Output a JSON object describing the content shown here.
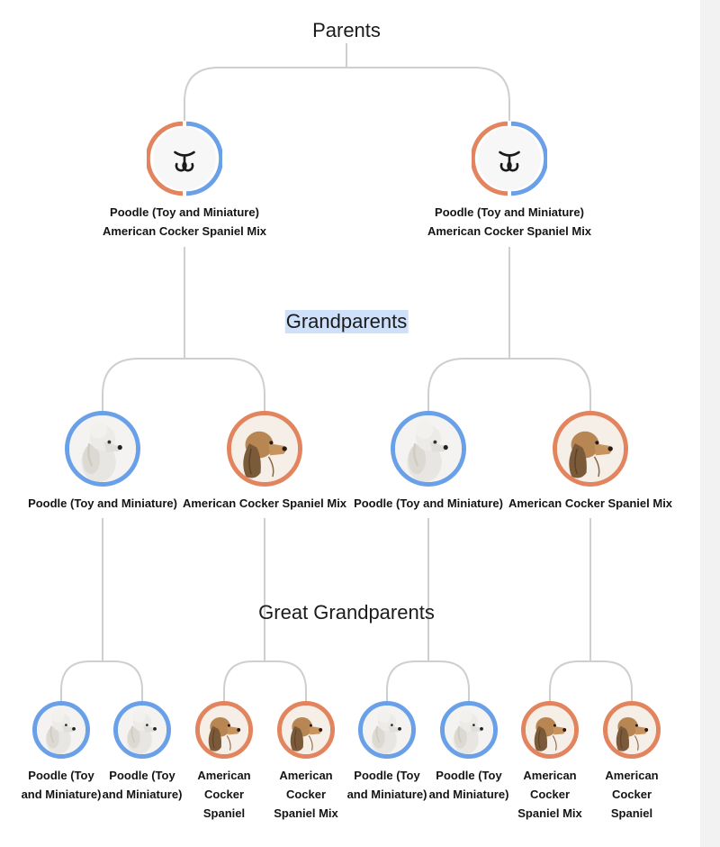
{
  "colors": {
    "poodle_ring": "#6aa0e8",
    "cocker_ring": "#e2845e",
    "connector": "#cfcfcf"
  },
  "sections": {
    "parents": "Parents",
    "grandparents": "Grandparents",
    "great_grandparents": "Great Grandparents"
  },
  "parents": [
    {
      "icon": "paw-logo-icon",
      "line1": "Poodle (Toy and Miniature)",
      "line2": "American Cocker Spaniel Mix"
    },
    {
      "icon": "paw-logo-icon",
      "line1": "Poodle (Toy and Miniature)",
      "line2": "American Cocker Spaniel Mix"
    }
  ],
  "grandparents": [
    {
      "breed": "poodle",
      "label": "Poodle (Toy and Miniature)"
    },
    {
      "breed": "cocker",
      "label": "American Cocker Spaniel Mix"
    },
    {
      "breed": "poodle",
      "label": "Poodle (Toy and Miniature)"
    },
    {
      "breed": "cocker",
      "label": "American Cocker Spaniel Mix"
    }
  ],
  "great_grandparents": [
    {
      "breed": "poodle",
      "lines": [
        "Poodle (Toy",
        "and Miniature)"
      ]
    },
    {
      "breed": "poodle",
      "lines": [
        "Poodle (Toy",
        "and Miniature)"
      ]
    },
    {
      "breed": "cocker",
      "lines": [
        "American",
        "Cocker",
        "Spaniel"
      ]
    },
    {
      "breed": "cocker",
      "lines": [
        "American",
        "Cocker",
        "Spaniel Mix"
      ]
    },
    {
      "breed": "poodle",
      "lines": [
        "Poodle (Toy",
        "and Miniature)"
      ]
    },
    {
      "breed": "poodle",
      "lines": [
        "Poodle (Toy",
        "and Miniature)"
      ]
    },
    {
      "breed": "cocker",
      "lines": [
        "American",
        "Cocker",
        "Spaniel Mix"
      ]
    },
    {
      "breed": "cocker",
      "lines": [
        "American",
        "Cocker",
        "Spaniel"
      ]
    }
  ]
}
